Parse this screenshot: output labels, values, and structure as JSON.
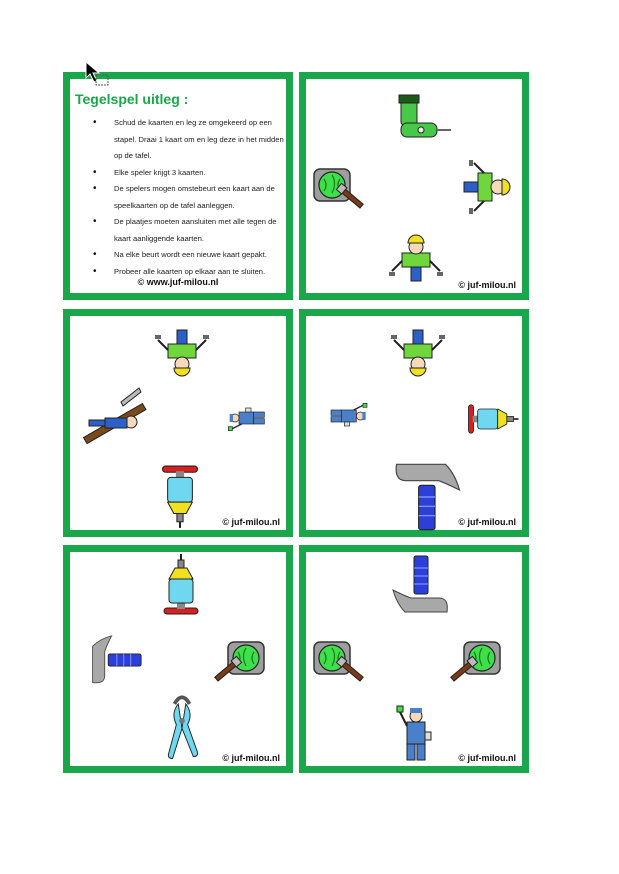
{
  "rules_card": {
    "title": "Tegelspel uitleg :",
    "items": [
      "Schud de kaarten en leg ze omgekeerd op een stapel. Draai 1 kaart om en leg deze in het midden op de tafel.",
      "Elke speler krijgt 3 kaarten.",
      "De spelers mogen omstebeurt een kaart aan de speelkaarten op de tafel aanleggen.",
      "De plaatjes moeten aansluiten met alle tegen de kaart aanliggende kaarten.",
      "Na elke beurt wordt een nieuwe kaart gepakt.",
      "Probeer alle kaarten op elkaar aan te sluiten."
    ],
    "credit": "© www.juf-milou.nl"
  },
  "cards": [
    {
      "credit": "© juf-milou.nl"
    },
    {
      "credit": "© juf-milou.nl"
    },
    {
      "credit": "© juf-milou.nl"
    },
    {
      "credit": "© juf-milou.nl"
    },
    {
      "credit": "© juf-milou.nl"
    }
  ],
  "colors": {
    "border": "#1aa64a",
    "title": "#1aa64a"
  },
  "icons": [
    "drill-icon",
    "paint-bucket-icon",
    "painter-icon",
    "worker-icon",
    "jackhammer-icon",
    "hammer-icon",
    "pliers-icon",
    "carpenter-icon",
    "mouse-cursor-icon"
  ]
}
